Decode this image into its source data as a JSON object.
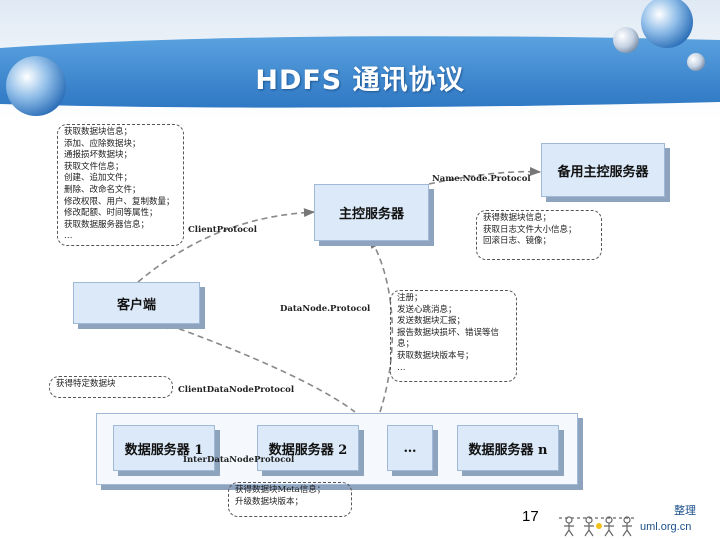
{
  "slide": {
    "title": "HDFS 通讯协议",
    "page_number": "17"
  },
  "nodes": {
    "backup_master": "备用主控服务器",
    "master": "主控服务器",
    "client": "客户端",
    "data_server_1": "数据服务器 1",
    "data_server_2": "数据服务器 2",
    "data_server_dots": "…",
    "data_server_n": "数据服务器 n"
  },
  "protocols": {
    "namenode": "Name.Node.Protocol",
    "client": "ClientProtocol",
    "datanode": "DataNode.Protocol",
    "clientdatanode": "ClientDataNodeProtocol",
    "interdatanode": "InterDataNodeProtocol"
  },
  "notes": {
    "client_protocol": [
      "获取数据块信息；",
      "添加、应除数据块；",
      "通报损坏数据块；",
      "获取文件信息；",
      "创建、追加文件；",
      "删除、改命名文件；",
      "修改权限、用户、复制数量；",
      "修改配额、时间等属性；",
      "获取数据服务器信息；",
      "…"
    ],
    "namenode_protocol": [
      "获得数据块信息；",
      "获取日志文件大小信息；",
      "回滚日志、镜像；"
    ],
    "datanode_protocol": [
      "注册；",
      "发送心跳消息；",
      "发送数据块汇报；",
      "报告数据块损坏、错误等信",
      "息；",
      "获取数据块版本号；",
      "…"
    ],
    "clientdatanode_protocol": [
      "获得特定数据块"
    ],
    "interdatanode_protocol": [
      "获得数据块Meta信息；",
      "升级数据块版本；"
    ]
  },
  "watermark": {
    "line1": "整理",
    "line2": "uml.org.cn"
  }
}
